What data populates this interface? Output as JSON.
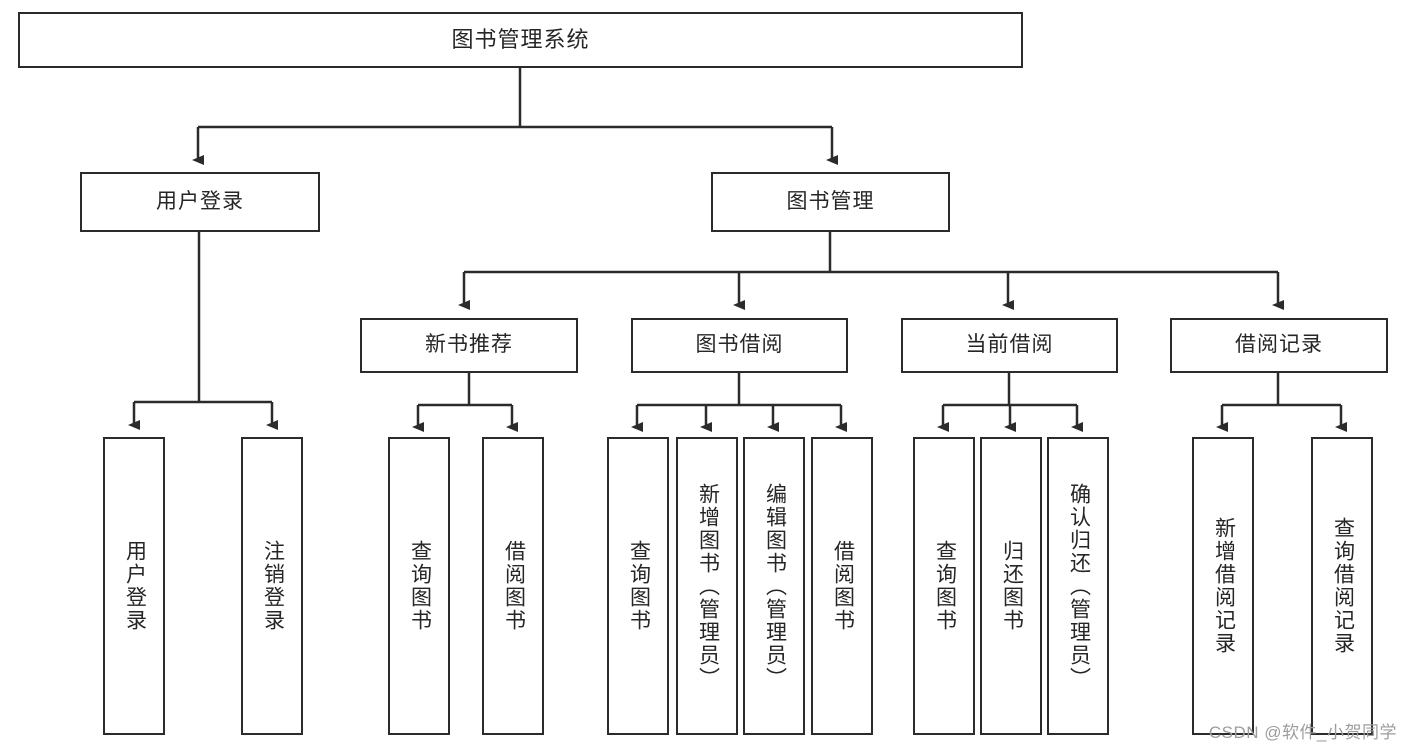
{
  "diagram": {
    "type": "tree",
    "title": "图书管理系统",
    "root": {
      "label": "图书管理系统"
    },
    "level2": [
      {
        "label": "用户登录"
      },
      {
        "label": "图书管理"
      }
    ],
    "level3": [
      {
        "label": "新书推荐"
      },
      {
        "label": "图书借阅"
      },
      {
        "label": "当前借阅"
      },
      {
        "label": "借阅记录"
      }
    ],
    "leaves": {
      "user_login": [
        {
          "label": "用户登录"
        },
        {
          "label": "注销登录"
        }
      ],
      "new_book_recommend": [
        {
          "label": "查询图书"
        },
        {
          "label": "借阅图书"
        }
      ],
      "book_borrow": [
        {
          "label": "查询图书"
        },
        {
          "label": "新增图书（管理员）"
        },
        {
          "label": "编辑图书（管理员）"
        },
        {
          "label": "借阅图书"
        }
      ],
      "current_borrow": [
        {
          "label": "查询图书"
        },
        {
          "label": "归还图书"
        },
        {
          "label": "确认归还（管理员）"
        }
      ],
      "borrow_records": [
        {
          "label": "新增借阅记录"
        },
        {
          "label": "查询借阅记录"
        }
      ]
    }
  },
  "watermark": {
    "text": "CSDN @软件_小贺同学"
  },
  "colors": {
    "background": "#ffffff",
    "border": "#2b2b2b",
    "text": "#262626",
    "connector": "#2b2b2b",
    "watermark": "#9d9d9d"
  }
}
